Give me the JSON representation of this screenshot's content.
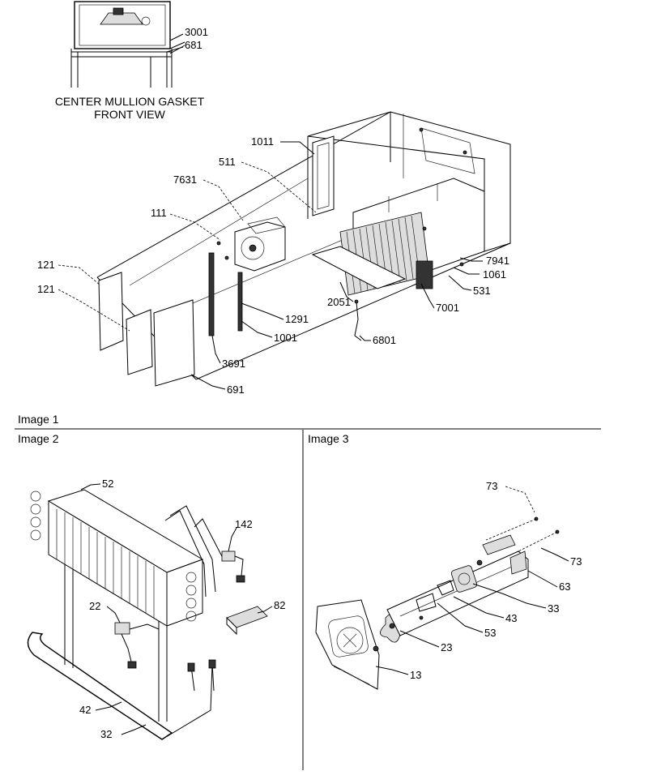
{
  "captions": {
    "gasket_line1": "CENTER MULLION GASKET",
    "gasket_line2": "FRONT VIEW"
  },
  "panels": {
    "image1": "Image 1",
    "image2": "Image 2",
    "image3": "Image 3"
  },
  "callouts": {
    "top": [
      "3001",
      "681"
    ],
    "image1": [
      "1011",
      "511",
      "7631",
      "111",
      "121",
      "121",
      "7941",
      "1061",
      "531",
      "2051",
      "7001",
      "1291",
      "1001",
      "6801",
      "3691",
      "691"
    ],
    "image2": [
      "52",
      "142",
      "22",
      "82",
      "42",
      "32"
    ],
    "image3": [
      "73",
      "73",
      "63",
      "33",
      "43",
      "53",
      "23",
      "13"
    ]
  }
}
